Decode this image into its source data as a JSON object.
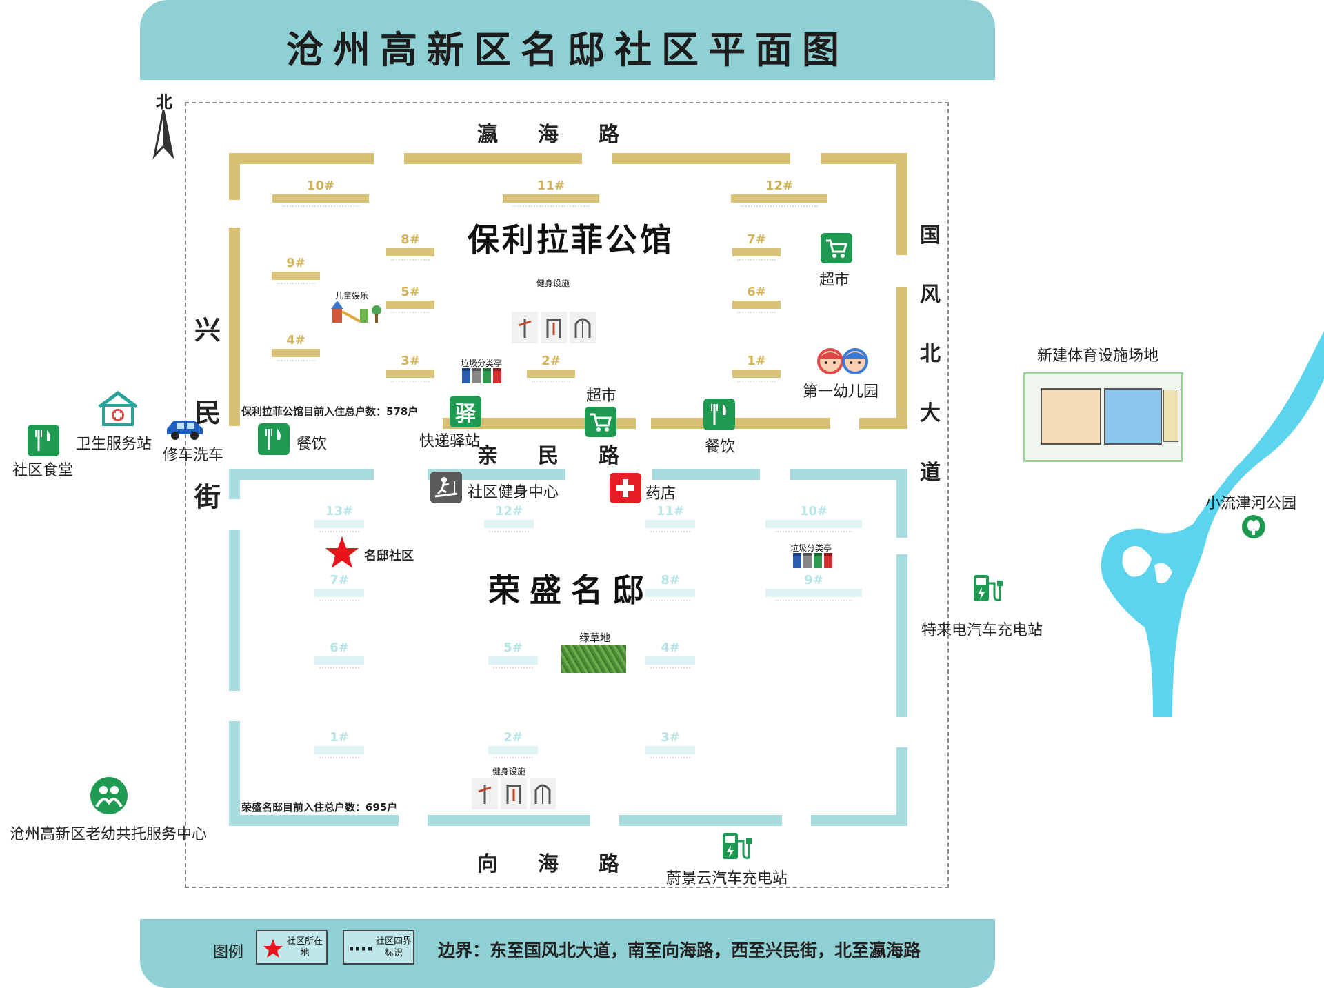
{
  "title": "沧州高新区名邸社区平面图",
  "compass": {
    "north_label": "北"
  },
  "roads": {
    "north": [
      "瀛",
      "海",
      "路"
    ],
    "south": [
      "向",
      "海",
      "路"
    ],
    "middle": [
      "亲",
      "民",
      "路"
    ],
    "west": [
      "兴",
      "民",
      "街"
    ],
    "east": [
      "国",
      "风",
      "北",
      "大",
      "道"
    ]
  },
  "compounds": {
    "north": {
      "name": "保利拉菲公馆",
      "count_text": "保利拉菲公馆目前入住总户数：578户"
    },
    "south": {
      "name": "荣盛名邸",
      "count_text": "荣盛名邸目前入住总户数：695户"
    }
  },
  "buildings_north": [
    "10#",
    "11#",
    "12#",
    "9#",
    "8#",
    "7#",
    "5#",
    "6#",
    "4#",
    "3#",
    "2#",
    "1#"
  ],
  "buildings_south": [
    "13#",
    "12#",
    "11#",
    "10#",
    "7#",
    "8#",
    "9#",
    "6#",
    "5#",
    "4#",
    "1#",
    "2#",
    "3#"
  ],
  "facilities": {
    "fitness_north": "健身设施",
    "fitness_south": "健身设施",
    "children_play": "儿童娱乐",
    "garbage_north": "垃圾分类亭",
    "garbage_south": "垃圾分类亭",
    "grass": "绿草地",
    "courier": "快递驿站",
    "courier_icon_char": "驿",
    "supermarket_ne": "超市",
    "supermarket_mid": "超市",
    "kindergarten": "第一幼儿园",
    "dining_left": "餐饮",
    "dining_right": "餐饮",
    "fitness_center": "社区健身中心",
    "pharmacy": "药店",
    "community_marker": "名邸社区",
    "health_station": "卫生服务站",
    "car_wash": "修车洗车",
    "canteen": "社区食堂",
    "elder_center": "沧州高新区老幼共托服务中心",
    "sports_ground": "新建体育设施场地",
    "park": "小流津河公园",
    "charge_tesla": "特来电汽车充电站",
    "charge_weijing": "蔚景云汽车充电站"
  },
  "legend": {
    "title": "图例",
    "item1": "社区所在地",
    "item2": "社区四界标识",
    "boundary_text": "边界：东至国风北大道，南至向海路，西至兴民街，北至瀛海路"
  },
  "colors": {
    "banner": "#8fd0d4",
    "gold_wall": "#d4bf73",
    "aqua_wall": "#a8dde0",
    "green_icon": "#1f9a52",
    "river": "#5dd4ee",
    "star": "#e8141c"
  }
}
